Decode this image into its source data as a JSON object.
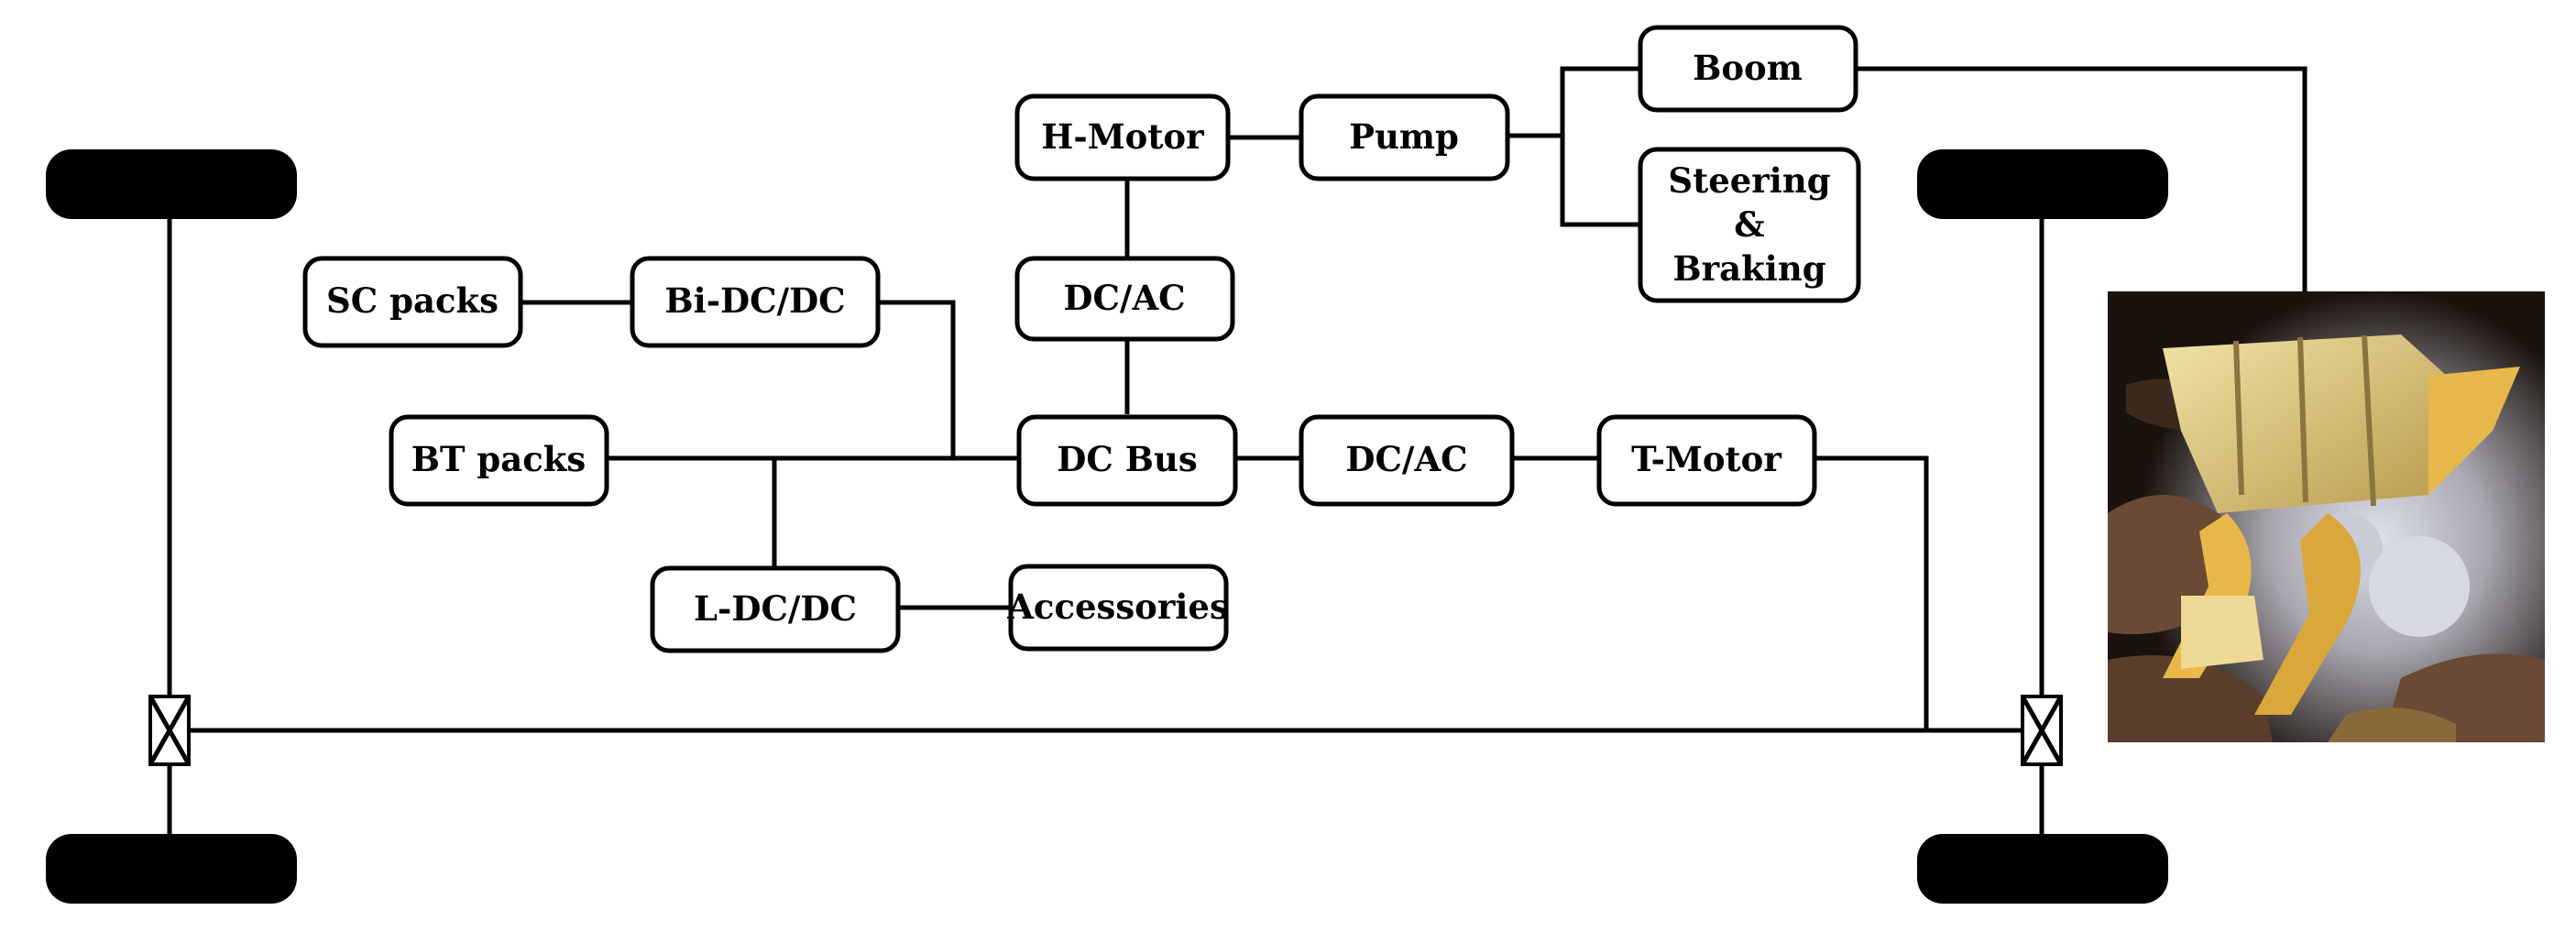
{
  "diagram": {
    "blocks": {
      "h_motor": "H-Motor",
      "pump": "Pump",
      "boom": "Boom",
      "steering": [
        "Steering",
        "&",
        "Braking"
      ],
      "dc_ac_top": "DC/AC",
      "sc_packs": "SC packs",
      "bi_dcdc": "Bi-DC/DC",
      "bt_packs": "BT packs",
      "dc_bus": "DC Bus",
      "dc_ac_mid": "DC/AC",
      "t_motor": "T-Motor",
      "l_dcdc": "L-DC/DC",
      "accessories": "Accessories"
    },
    "photo": {
      "subject": "underground mining loader bucket",
      "colors": {
        "bucket": "#e7d48a",
        "boom": "#e8b84a",
        "rock": "#6a4a34",
        "light_rock": "#cfd3dc",
        "dark": "#120d0a"
      }
    }
  }
}
